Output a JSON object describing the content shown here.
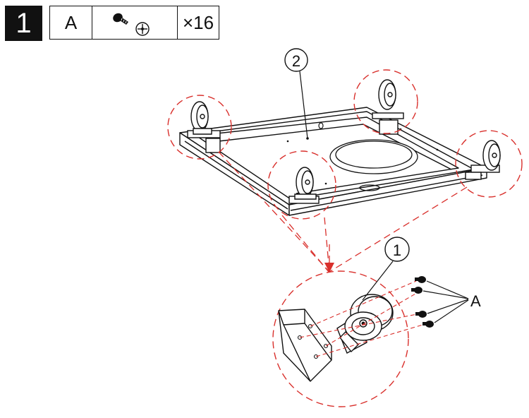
{
  "step": {
    "number": "1"
  },
  "parts": [
    {
      "letter": "A",
      "icon": "phillips-screw-icon",
      "quantity": "×16"
    }
  ],
  "callouts": [
    {
      "label": "2",
      "part": "base-frame"
    },
    {
      "label": "1",
      "part": "caster-wheel"
    }
  ],
  "screw_label": "A",
  "colors": {
    "line": "#111111",
    "detail_circle": "#d9302c",
    "background": "#ffffff"
  }
}
